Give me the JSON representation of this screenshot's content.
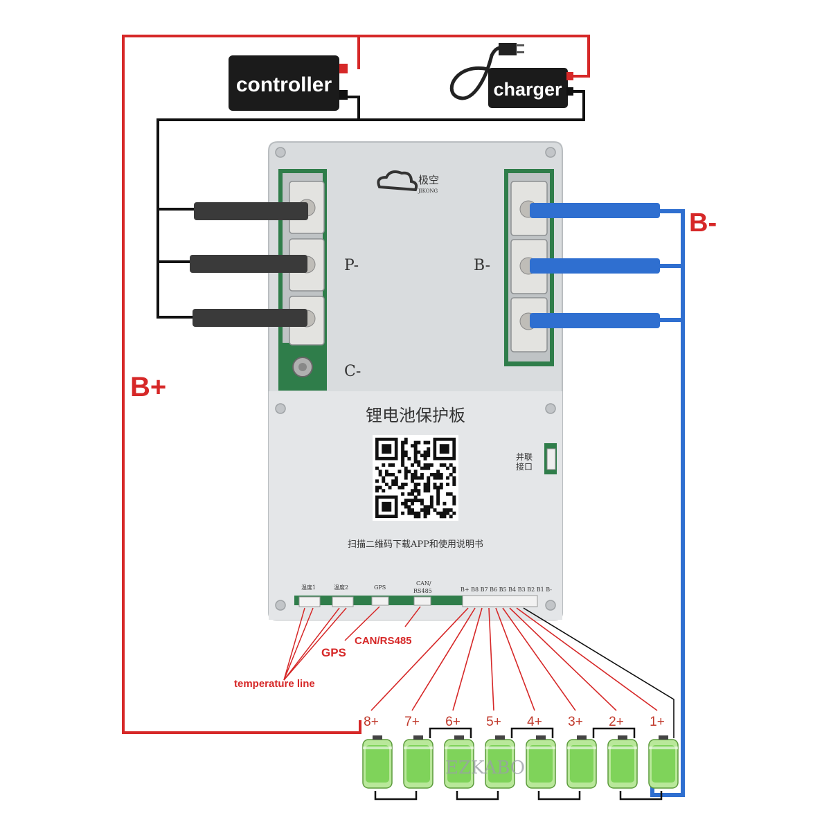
{
  "colors": {
    "wire_red": "#d62828",
    "wire_black": "#111111",
    "wire_blue": "#2f6fd0",
    "board": "#d9dcde",
    "pcb_green": "#2f7d4a",
    "cell_green": "#7fd35a"
  },
  "devices": {
    "controller": "controller",
    "charger": "charger"
  },
  "terminals": {
    "b_plus": "B+",
    "b_minus_main": "B-",
    "p_minus": "P-",
    "b_minus_board": "B-",
    "c_minus": "C-"
  },
  "board": {
    "brand_cn": "极空",
    "brand_en": "JIKONG",
    "title": "锂电池保护板",
    "scan_text": "扫描二维码下载APP和使用说明书",
    "parallel_port_line1": "并联",
    "parallel_port_line2": "接口",
    "ports": [
      "温度1",
      "温度2",
      "GPS",
      "CAN/",
      "RS485"
    ],
    "balance_header": "B+ B8 B7 B6 B5 B4 B3 B2 B1 B-"
  },
  "annotations": {
    "can_rs485": "CAN/RS485",
    "gps": "GPS",
    "temperature_line": "temperature line"
  },
  "cells": [
    "8+",
    "7+",
    "6+",
    "5+",
    "4+",
    "3+",
    "2+",
    "1+"
  ],
  "watermark": "EZKABO"
}
